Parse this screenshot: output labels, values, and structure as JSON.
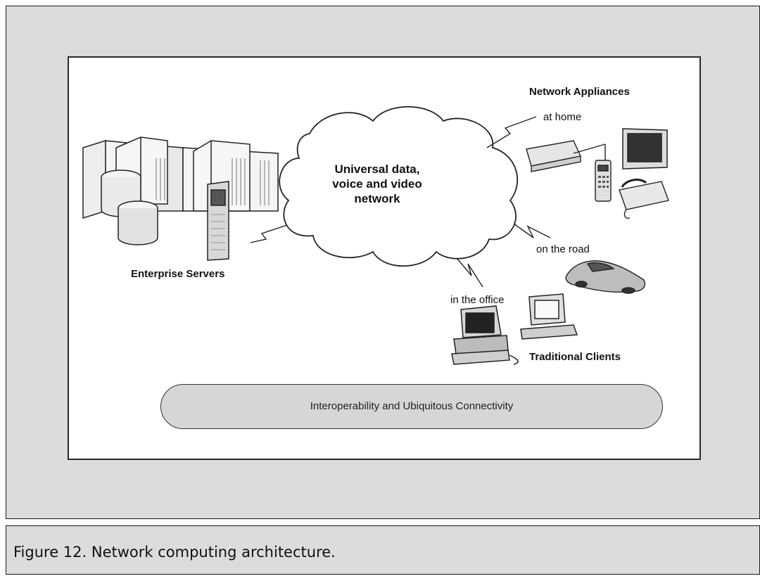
{
  "diagram": {
    "cloud_label": "Universal data,\nvoice and video\nnetwork",
    "enterprise_label": "Enterprise Servers",
    "appliances_label": "Network Appliances",
    "at_home_label": "at home",
    "on_road_label": "on the road",
    "in_office_label": "in the office",
    "clients_label": "Traditional Clients",
    "connectivity_label": "Interoperability and Ubiquitous Connectivity"
  },
  "caption": {
    "text": "Figure 12.  Network computing architecture."
  },
  "colors": {
    "panel_background": "#dcdcdc",
    "diagram_background": "#ffffff",
    "pill_fill": "#d6d6d6"
  }
}
